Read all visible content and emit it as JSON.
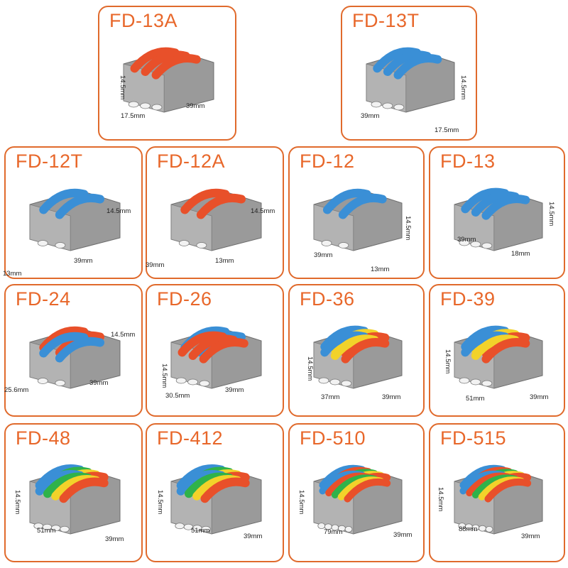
{
  "products": [
    {
      "title": "FD-13A",
      "dims": [
        "14.5mm",
        "17.5mm",
        "39mm"
      ],
      "levers": [
        [
          "#e8502a",
          "#e8502a",
          "#e8502a"
        ]
      ],
      "shape": "A"
    },
    {
      "title": "FD-13T",
      "dims": [
        "14.5mm",
        "39mm",
        "17.5mm"
      ],
      "levers": [
        [
          "#3a8fd6",
          "#3a8fd6",
          "#3a8fd6"
        ]
      ],
      "shape": "T"
    },
    {
      "title": "FD-12T",
      "dims": [
        "14.5mm",
        "39mm",
        "13mm"
      ],
      "levers": [
        [
          "#3a8fd6",
          "#3a8fd6"
        ]
      ],
      "shape": "T2"
    },
    {
      "title": "FD-12A",
      "dims": [
        "14.5mm",
        "13mm",
        "39mm"
      ],
      "levers": [
        [
          "#e8502a",
          "#e8502a"
        ]
      ],
      "shape": "A2"
    },
    {
      "title": "FD-12",
      "dims": [
        "14.5mm",
        "39mm",
        "13mm"
      ],
      "levers": [
        [
          "#3a8fd6",
          "#3a8fd6"
        ]
      ],
      "shape": "S"
    },
    {
      "title": "FD-13",
      "dims": [
        "14.5mm",
        "39mm",
        "18mm"
      ],
      "levers": [
        [
          "#3a8fd6",
          "#3a8fd6",
          "#3a8fd6"
        ]
      ],
      "shape": "S"
    },
    {
      "title": "FD-24",
      "dims": [
        "14.5mm",
        "25.6mm",
        "39mm"
      ],
      "levers": [
        [
          "#e8502a",
          "#e8502a"
        ],
        [
          "#3a8fd6",
          "#3a8fd6"
        ]
      ],
      "shape": "D"
    },
    {
      "title": "FD-26",
      "dims": [
        "14.5mm",
        "30.5mm",
        "39mm"
      ],
      "levers": [
        [
          "#3a8fd6",
          "#3a8fd6"
        ],
        [
          "#e8502a",
          "#e8502a",
          "#e8502a"
        ]
      ],
      "shape": "D"
    },
    {
      "title": "FD-36",
      "dims": [
        "14.5mm",
        "37mm",
        "39mm"
      ],
      "levers": [
        [
          "#3a8fd6",
          "#f2d22a",
          "#e8502a"
        ],
        [
          "#3a8fd6",
          "#f2d22a",
          "#e8502a"
        ]
      ],
      "shape": "D"
    },
    {
      "title": "FD-39",
      "dims": [
        "14.5mm",
        "51mm",
        "39mm"
      ],
      "levers": [
        [
          "#3a8fd6",
          "#f2d22a",
          "#e8502a"
        ],
        [
          "#3a8fd6",
          "#f2d22a",
          "#e8502a"
        ]
      ],
      "shape": "D"
    },
    {
      "title": "FD-48",
      "dims": [
        "14.5mm",
        "51mm",
        "39mm"
      ],
      "levers": [
        [
          "#3a8fd6",
          "#2fb24a",
          "#f2d22a",
          "#e8502a"
        ],
        [
          "#3a8fd6",
          "#2fb24a",
          "#f2d22a",
          "#e8502a"
        ]
      ],
      "shape": "D"
    },
    {
      "title": "FD-412",
      "dims": [
        "14.5mm",
        "51mm",
        "39mm"
      ],
      "levers": [
        [
          "#3a8fd6",
          "#2fb24a",
          "#f2d22a",
          "#e8502a"
        ],
        [
          "#3a8fd6",
          "#2fb24a",
          "#f2d22a",
          "#e8502a"
        ]
      ],
      "shape": "D"
    },
    {
      "title": "FD-510",
      "dims": [
        "14.5mm",
        "79mm",
        "39mm"
      ],
      "levers": [
        [
          "#3a8fd6",
          "#e8502a",
          "#2fb24a",
          "#f2d22a",
          "#e8502a"
        ],
        [
          "#3a8fd6",
          "#e8502a",
          "#2fb24a",
          "#f2d22a",
          "#e8502a"
        ]
      ],
      "shape": "D"
    },
    {
      "title": "FD-515",
      "dims": [
        "14.5mm",
        "88mm",
        "39mm"
      ],
      "levers": [
        [
          "#3a8fd6",
          "#e8502a",
          "#2fb24a",
          "#f2d22a",
          "#e8502a"
        ],
        [
          "#3a8fd6",
          "#e8502a",
          "#2fb24a",
          "#f2d22a",
          "#e8502a"
        ]
      ],
      "shape": "D"
    }
  ]
}
